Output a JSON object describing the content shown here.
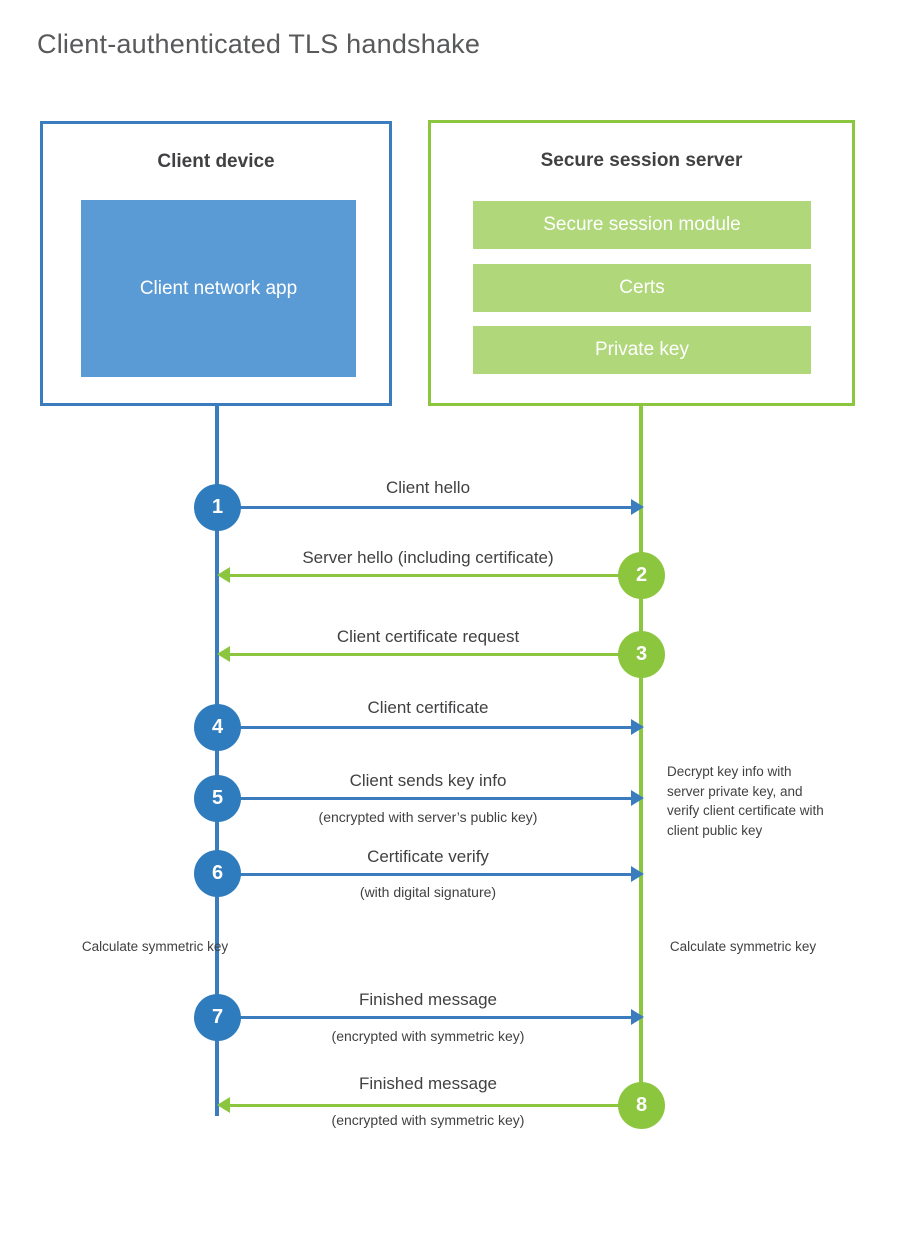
{
  "title": "Client-authenticated TLS handshake",
  "colors": {
    "client_blue": "#3a7cbe",
    "client_block_blue": "#5b9bd5",
    "server_green": "#8cc63f",
    "server_block_green": "#b0d77a",
    "text_dark": "#414042",
    "title_gray": "#58595b"
  },
  "participants": {
    "client": {
      "title": "Client device",
      "block": "Client network app"
    },
    "server": {
      "title": "Secure session server",
      "blocks": [
        "Secure session module",
        "Certs",
        "Private key"
      ]
    }
  },
  "steps": [
    {
      "number": "1",
      "label": "Client hello",
      "sublabel": "",
      "direction": "client-to-server",
      "side": "client"
    },
    {
      "number": "2",
      "label": "Server hello (including certificate)",
      "sublabel": "",
      "direction": "server-to-client",
      "side": "server"
    },
    {
      "number": "3",
      "label": "Client certificate request",
      "sublabel": "",
      "direction": "server-to-client",
      "side": "server"
    },
    {
      "number": "4",
      "label": "Client certificate",
      "sublabel": "",
      "direction": "client-to-server",
      "side": "client"
    },
    {
      "number": "5",
      "label": "Client sends key info",
      "sublabel": "(encrypted with server’s public key)",
      "direction": "client-to-server",
      "side": "client"
    },
    {
      "number": "6",
      "label": "Certificate verify",
      "sublabel": "(with digital signature)",
      "direction": "client-to-server",
      "side": "client"
    },
    {
      "number": "7",
      "label": "Finished message",
      "sublabel": "(encrypted with symmetric key)",
      "direction": "client-to-server",
      "side": "client"
    },
    {
      "number": "8",
      "label": "Finished message",
      "sublabel": "(encrypted with symmetric key)",
      "direction": "server-to-client",
      "side": "server"
    }
  ],
  "annotations": {
    "server_decrypt": "Decrypt key info with server private key, and verify client certificate with client public key",
    "client_calculate": "Calculate symmetric key",
    "server_calculate": "Calculate symmetric key"
  }
}
